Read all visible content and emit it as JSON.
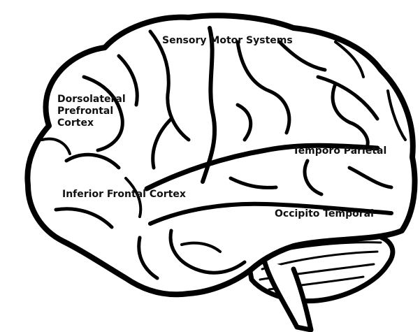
{
  "colors": {
    "outline": "#000000",
    "fill": "#ffffff",
    "text": "#111111"
  },
  "labels": {
    "sensory_motor": "Sensory Motor Systems",
    "dlpfc": [
      "Dorsolateral",
      "Prefrontal",
      "Cortex"
    ],
    "temporo_parietal": "Temporo Parietal",
    "inferior_frontal": "Inferior Frontal Cortex",
    "occipito_temporal": "Occipito Temporal"
  }
}
